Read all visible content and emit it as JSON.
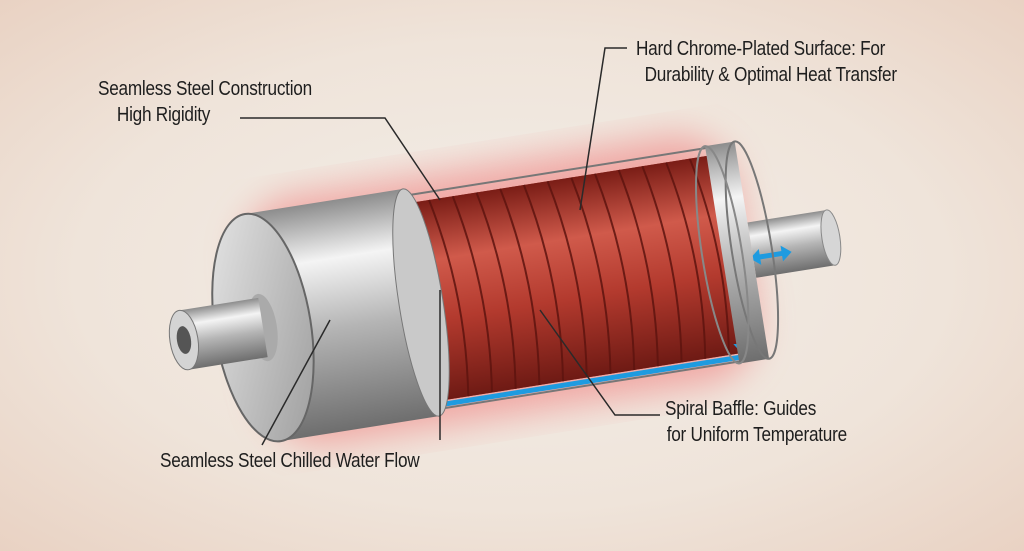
{
  "labels": {
    "construction": {
      "line1": "Seamless Steel Construction",
      "line2": "High Rigidity"
    },
    "chrome": {
      "line1": "Hard Chrome-Plated Surface: For",
      "line2": "Durability & Optimal Heat Transfer"
    },
    "baffle": {
      "line1": "Spiral Baffle: Guides",
      "line2": "for Uniform Temperature"
    },
    "water": {
      "line1": "Seamless Steel Chilled Water Flow"
    }
  },
  "colors": {
    "coil": "#b83a2e",
    "flow": "#1e9be0",
    "steel": "#c8c8c8",
    "glow": "#f07070"
  }
}
